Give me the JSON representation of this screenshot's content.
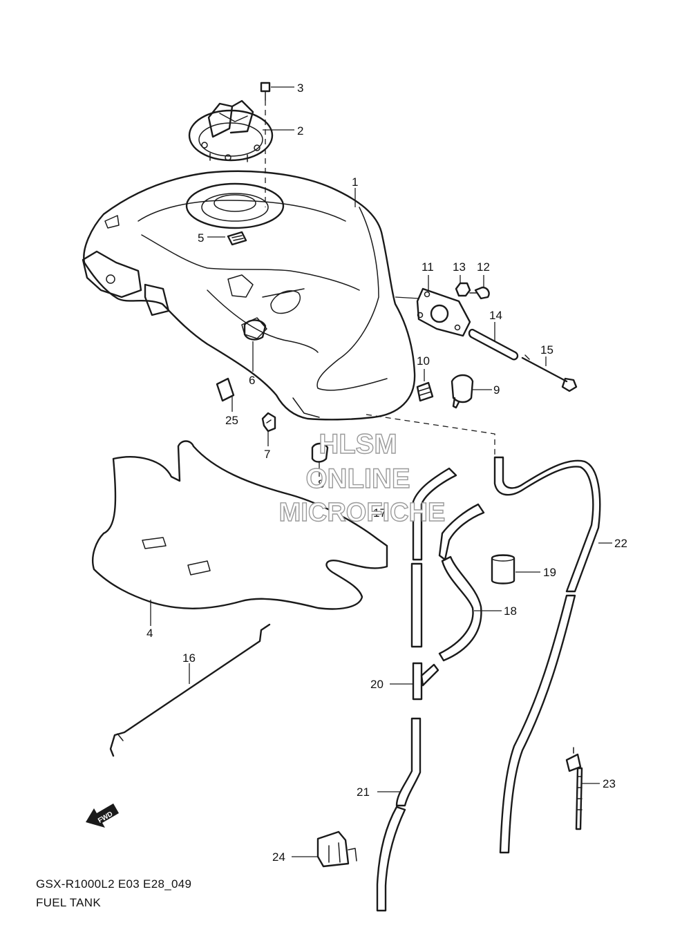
{
  "callouts": {
    "p1": "1",
    "p2": "2",
    "p3": "3",
    "p4": "4",
    "p5": "5",
    "p6": "6",
    "p7": "7",
    "p8": "8",
    "p9": "9",
    "p10": "10",
    "p11": "11",
    "p12": "12",
    "p13": "13",
    "p14": "14",
    "p15": "15",
    "p16": "16",
    "p17": "17",
    "p18": "18",
    "p19": "19",
    "p20": "20",
    "p21": "21",
    "p22": "22",
    "p23": "23",
    "p24": "24",
    "p25": "25"
  },
  "watermark": {
    "line1": "HLSM",
    "line2": "ONLINE",
    "line3": "MICROFICHE"
  },
  "fwd_label": "FWD",
  "caption": {
    "code": "GSX-R1000L2 E03 E28_049",
    "title": "FUEL TANK"
  },
  "colors": {
    "ink": "#1a1a1a",
    "watermark_stroke": "#9a9a9a",
    "background": "#ffffff"
  },
  "icons": {
    "direction": "fwd-arrow-icon"
  }
}
